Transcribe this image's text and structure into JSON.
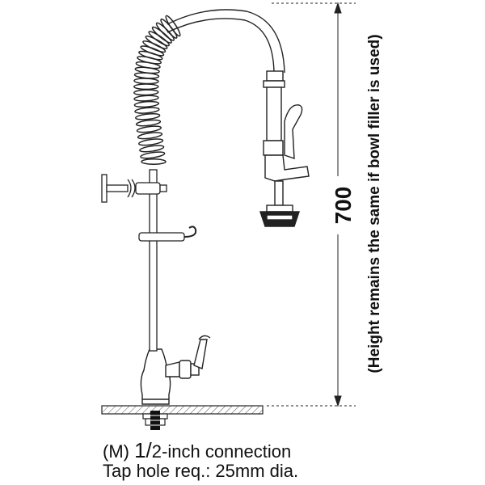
{
  "dimension": {
    "value": "700",
    "note": "(Height remains the same if bowl filler is used)"
  },
  "caption": {
    "line1_prefix": "(M) ",
    "line1_fraction": "1/",
    "line1_suffix": "2-inch connection",
    "line2": "Tap hole req.: 25mm dia."
  }
}
